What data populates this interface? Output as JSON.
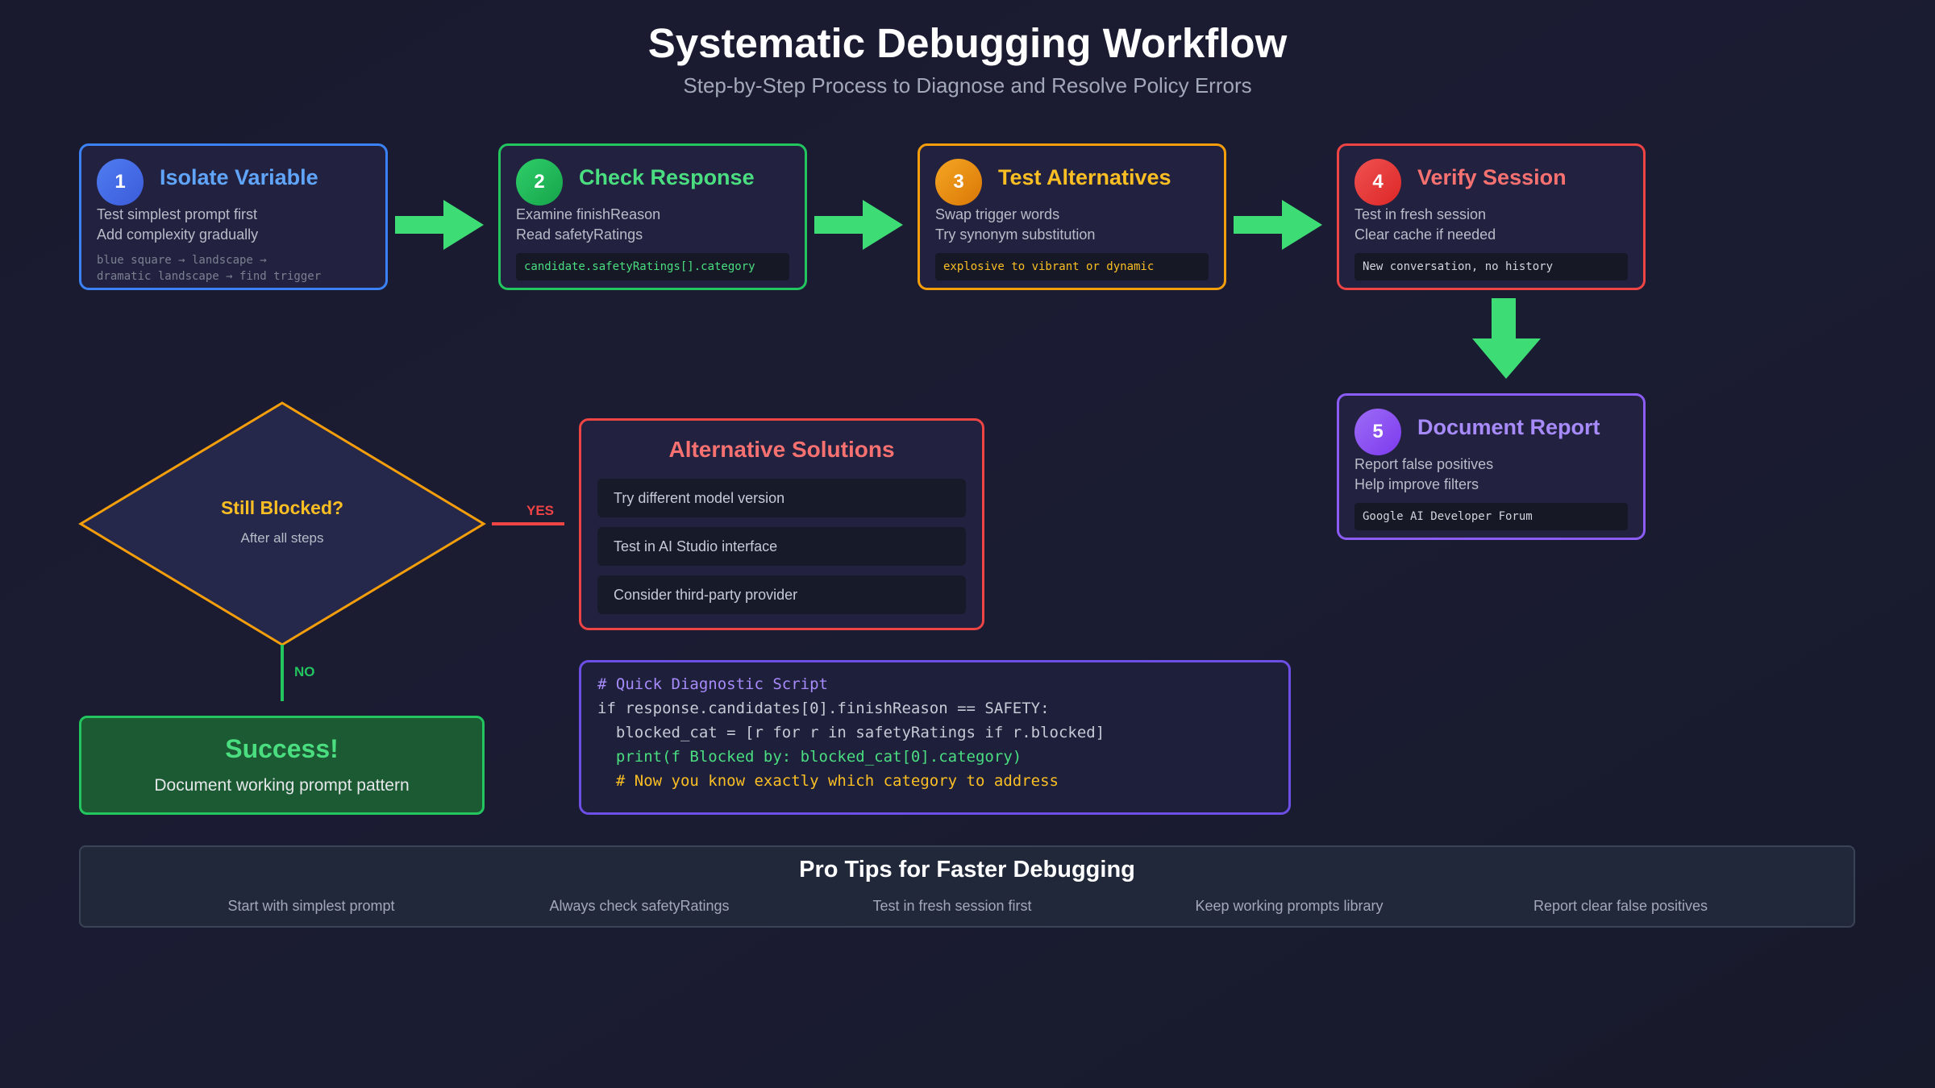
{
  "header": {
    "title": "Systematic Debugging Workflow",
    "subtitle": "Step-by-Step Process to Diagnose and Resolve Policy Errors"
  },
  "steps": [
    {
      "number": "1",
      "title": "Isolate Variable",
      "lines": [
        "Test simplest prompt first",
        "Add complexity gradually"
      ],
      "note": [
        "blue square → landscape →",
        "dramatic landscape → find trigger"
      ],
      "color": "#3b82f6"
    },
    {
      "number": "2",
      "title": "Check Response",
      "lines": [
        "Examine finishReason",
        "Read safetyRatings"
      ],
      "code": "candidate.safetyRatings[].category",
      "color": "#22c55e"
    },
    {
      "number": "3",
      "title": "Test Alternatives",
      "lines": [
        "Swap trigger words",
        "Try synonym substitution"
      ],
      "code": "explosive to vibrant or dynamic",
      "color": "#f59e0b"
    },
    {
      "number": "4",
      "title": "Verify Session",
      "lines": [
        "Test in fresh session",
        "Clear cache if needed"
      ],
      "code": "New conversation, no history",
      "color": "#ef4444"
    },
    {
      "number": "5",
      "title": "Document Report",
      "lines": [
        "Report false positives",
        "Help improve filters"
      ],
      "code": "Google AI Developer Forum",
      "color": "#8b5cf6"
    }
  ],
  "decision": {
    "title": "Still Blocked?",
    "subtitle": "After all steps",
    "yes_label": "YES",
    "no_label": "NO"
  },
  "alternatives": {
    "title": "Alternative Solutions",
    "items": [
      "Try different model version",
      "Test in AI Studio interface",
      "Consider third-party provider"
    ]
  },
  "script": {
    "lines": [
      "# Quick Diagnostic Script",
      "if response.candidates[0].finishReason == SAFETY:",
      "  blocked_cat = [r for r in safetyRatings if r.blocked]",
      "  print(f Blocked by: blocked_cat[0].category)",
      "  # Now you know exactly which category to address"
    ]
  },
  "success": {
    "title": "Success!",
    "subtitle": "Document working prompt pattern"
  },
  "tips": {
    "title": "Pro Tips for Faster Debugging",
    "items": [
      "Start with simplest prompt",
      "Always check safetyRatings",
      "Test in fresh session first",
      "Keep working prompts library",
      "Report clear false positives"
    ]
  }
}
